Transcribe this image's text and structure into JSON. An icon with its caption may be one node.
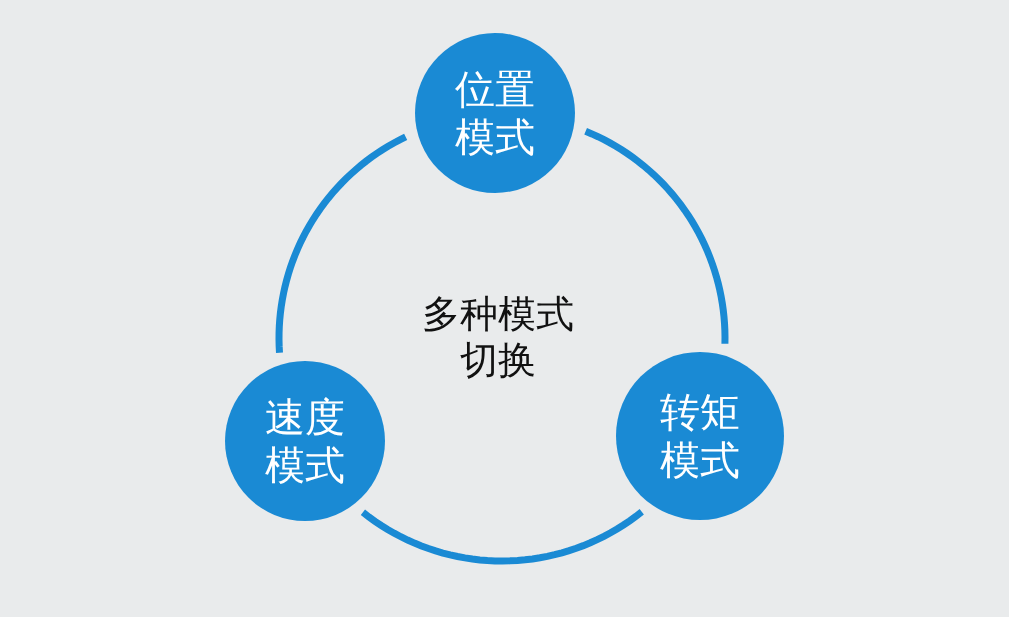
{
  "diagram": {
    "nodes": [
      {
        "text": [
          "位置模式"
        ]
      },
      {
        "text": [
          "速度模式"
        ]
      },
      {
        "text": [
          "转矩模式"
        ]
      }
    ],
    "edges": [
      {
        "from": 0,
        "to": 2,
        "arrow": "none"
      },
      {
        "from": 2,
        "to": 1,
        "arrow": "none"
      },
      {
        "from": 1,
        "to": 0,
        "arrow": "none"
      }
    ],
    "labels": [
      "多种模式切换"
    ]
  }
}
